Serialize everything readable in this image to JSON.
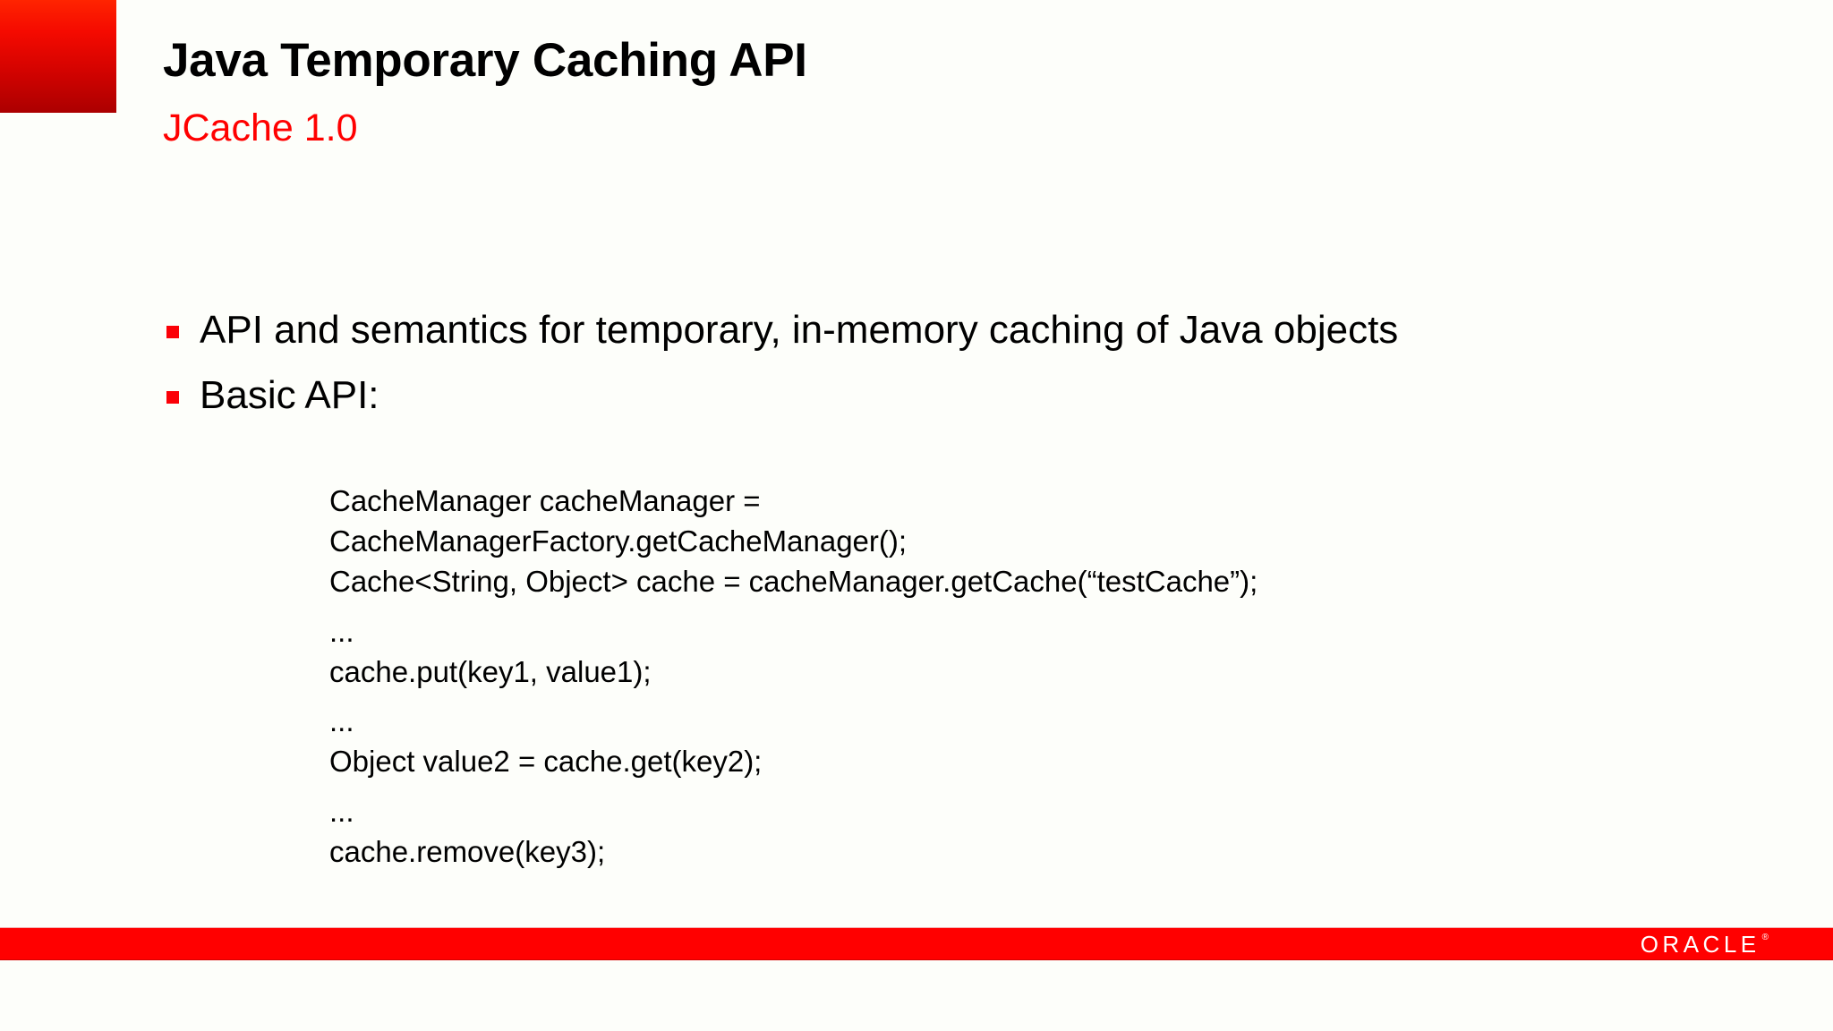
{
  "slide": {
    "title": "Java Temporary Caching API",
    "subtitle": "JCache 1.0",
    "bullets": [
      {
        "text": "API and semantics for temporary, in-memory caching of Java objects"
      },
      {
        "text": "Basic API:"
      }
    ],
    "code_lines": [
      {
        "text": "CacheManager cacheManager =",
        "gap": false
      },
      {
        "text": "CacheManagerFactory.getCacheManager();",
        "gap": false
      },
      {
        "text": "Cache<String, Object> cache = cacheManager.getCache(“testCache”);",
        "gap": false
      },
      {
        "text": "...",
        "gap": true
      },
      {
        "text": "cache.put(key1, value1);",
        "gap": false
      },
      {
        "text": "...",
        "gap": true
      },
      {
        "text": "Object value2 = cache.get(key2);",
        "gap": false
      },
      {
        "text": "...",
        "gap": true
      },
      {
        "text": "cache.remove(key3);",
        "gap": false
      }
    ]
  },
  "footer": {
    "brand": "ORACLE",
    "trademark": "®"
  },
  "colors": {
    "accent_red": "#ff0000",
    "bullet_red": "#fb0007",
    "corner_gradient_top": "#ff2400",
    "corner_gradient_bottom": "#ab0000",
    "title_black": "#000000",
    "background": "#fdfefa"
  }
}
